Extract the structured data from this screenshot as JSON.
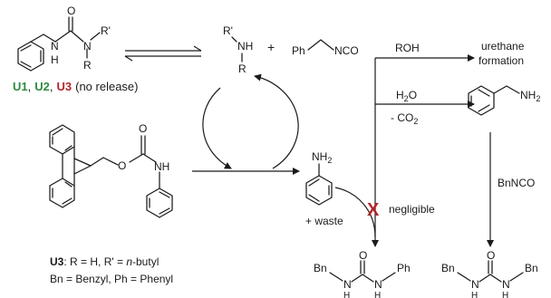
{
  "molecules": {
    "urea_top": {
      "atoms": [
        "O",
        "N",
        "N",
        "R'",
        "H",
        "R"
      ]
    },
    "amine_exchange": {
      "atoms": [
        "R'",
        "NH",
        "R"
      ]
    },
    "plus": "+",
    "isocyanate": {
      "ph": "Ph",
      "nco": "NCO"
    },
    "fmoc": {
      "atoms": [
        "O",
        "O",
        "NH"
      ]
    },
    "aniline": {
      "atom": "NH",
      "subscript": "2"
    },
    "benzylamine": {
      "atom": "NH",
      "subscript": "2"
    },
    "urea_ph": {
      "bn": "Bn",
      "o": "O",
      "n1": "N",
      "h1": "H",
      "n2": "N",
      "h2": "H",
      "ph": "Ph"
    },
    "urea_bn": {
      "bn1": "Bn",
      "o": "O",
      "n1": "N",
      "h1": "H",
      "n2": "N",
      "h2": "H",
      "bn2": "Bn"
    }
  },
  "labels": {
    "u1": "U1",
    "comma1": ",",
    "u2": "U2",
    "comma2": ",",
    "u3": "U3",
    "no_release": "(no release)",
    "roh": "ROH",
    "urethane1": "urethane",
    "urethane2": "formation",
    "h2o_h": "H",
    "h2o_sub": "2",
    "h2o_o": "O",
    "co2_prefix": "- CO",
    "co2_sub": "2",
    "waste": "+ waste",
    "negligible": "negligible",
    "cross": "X",
    "bnnco": "BnNCO",
    "u3_def_bold": "U3",
    "u3_def_rest": ": R = H, R' = ",
    "u3_def_italic": "n",
    "u3_def_end": "-butyl",
    "abbrev": "Bn = Benzyl, Ph = Phenyl"
  },
  "colors": {
    "green": "#2e8b3e",
    "red": "#b5252b",
    "ink": "#1a1a1a"
  }
}
